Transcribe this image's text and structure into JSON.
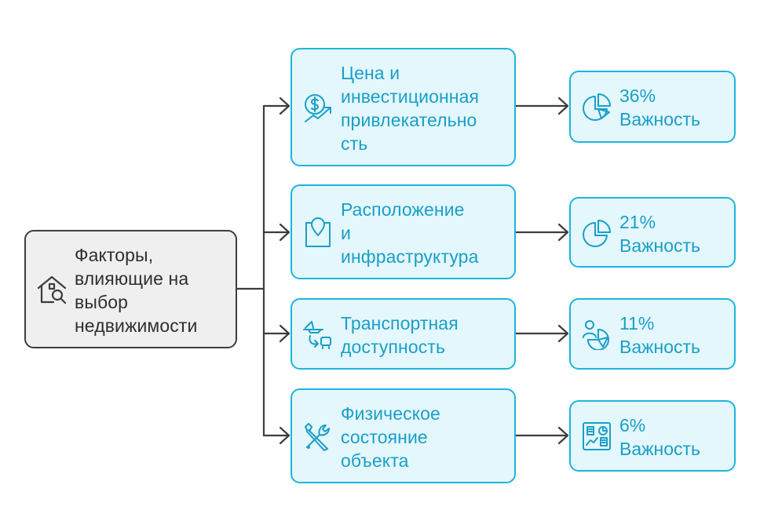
{
  "root": {
    "lines": [
      "Факторы,",
      "влияющие на",
      "выбор",
      "недвижимости"
    ],
    "icon": "house-search-icon"
  },
  "factors": [
    {
      "lines": [
        "Цена и",
        "инвестиционная",
        "привлекательно",
        "сть"
      ],
      "icon": "money-growth-icon",
      "weight": {
        "value": "36%",
        "label": "Важность",
        "icon": "pie-chart-icon"
      }
    },
    {
      "lines": [
        "Расположение",
        "и",
        "инфраструктура"
      ],
      "icon": "map-pin-icon",
      "weight": {
        "value": "21%",
        "label": "Важность",
        "icon": "pie-chart-icon"
      }
    },
    {
      "lines": [
        "Транспортная",
        "доступность"
      ],
      "icon": "transport-icon",
      "weight": {
        "value": "11%",
        "label": "Важность",
        "icon": "people-chart-icon"
      }
    },
    {
      "lines": [
        "Физическое",
        "состояние",
        "объекта"
      ],
      "icon": "tools-icon",
      "weight": {
        "value": "6%",
        "label": "Важность",
        "icon": "dashboard-icon"
      }
    }
  ],
  "colors": {
    "accent": "#1eb5dc",
    "accent_fill": "#e3f7fc",
    "root_border": "#3d3d3d",
    "root_fill": "#efefef",
    "connector": "#3d3d3d"
  }
}
